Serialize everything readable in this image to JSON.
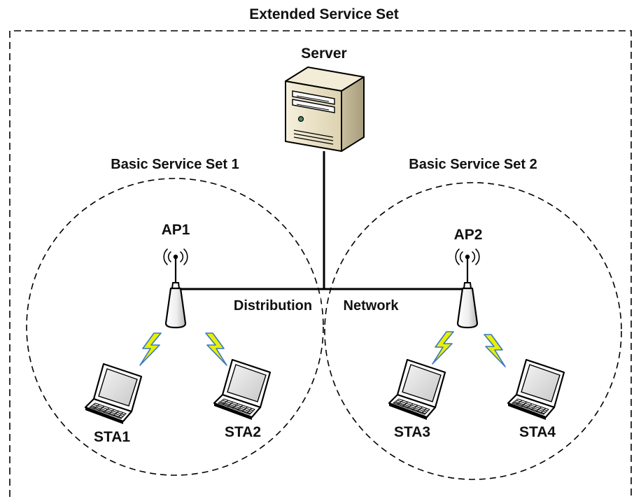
{
  "diagram": {
    "title": "Extended Service Set",
    "server": {
      "label": "Server",
      "icon": "server-tower-icon"
    },
    "bss": [
      {
        "label": "Basic Service Set 1"
      },
      {
        "label": "Basic Service Set 2"
      }
    ],
    "access_points": [
      {
        "label": "AP1",
        "icon": "access-point-icon"
      },
      {
        "label": "AP2",
        "icon": "access-point-icon"
      }
    ],
    "distribution": {
      "left_label": "Distribution",
      "right_label": "Network"
    },
    "stations": [
      {
        "label": "STA1",
        "icon": "laptop-icon"
      },
      {
        "label": "STA2",
        "icon": "laptop-icon"
      },
      {
        "label": "STA3",
        "icon": "laptop-icon"
      },
      {
        "label": "STA4",
        "icon": "laptop-icon"
      }
    ],
    "colors": {
      "line": "#000000",
      "server_body": "#efe8d2",
      "server_shadow": "#b8ae90",
      "lightning_fill": "#e8f000",
      "lightning_stroke": "#3a78c2",
      "laptop_screen": "#d9d9d9"
    }
  }
}
